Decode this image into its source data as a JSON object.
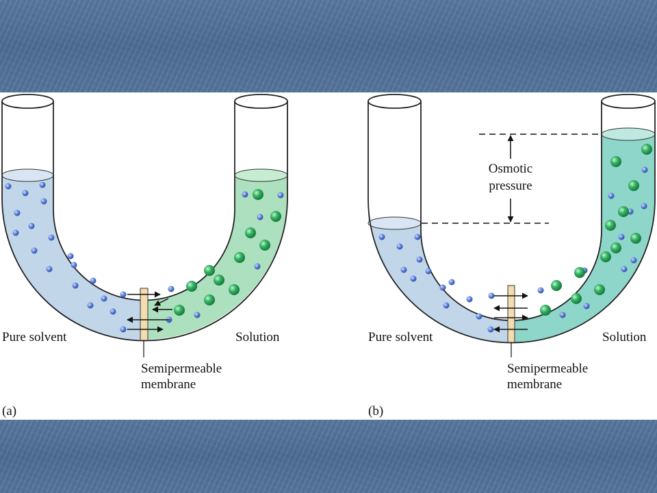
{
  "diagram_a": {
    "left_label": "Pure solvent",
    "right_label": "Solution",
    "membrane_label_line1": "Semipermeable",
    "membrane_label_line2": "membrane",
    "panel_label": "(a)"
  },
  "diagram_b": {
    "left_label": "Pure solvent",
    "right_label": "Solution",
    "membrane_label_line1": "Semipermeable",
    "membrane_label_line2": "membrane",
    "panel_label": "(b)",
    "pressure_label_line1": "Osmotic",
    "pressure_label_line2": "pressure"
  },
  "colors": {
    "background": "#4a6a92",
    "solvent_fill": "#c2d6ea",
    "solution_fill_a": "#ace0bf",
    "solution_fill_b": "#8ed6c9",
    "solvent_particle": "#5a7ed6",
    "solute_particle": "#2fa85c",
    "membrane": "#f3ddb0"
  }
}
